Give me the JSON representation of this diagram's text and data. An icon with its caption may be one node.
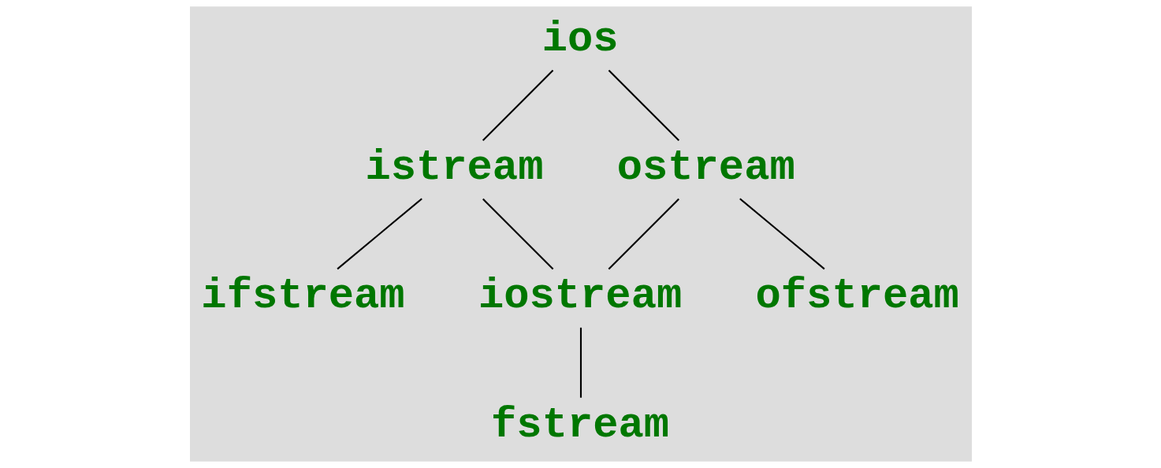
{
  "diagram": {
    "nodes": [
      {
        "text": [
          "ios"
        ]
      },
      {
        "text": [
          "istream"
        ]
      },
      {
        "text": [
          "ostream"
        ]
      },
      {
        "text": [
          "ifstream"
        ]
      },
      {
        "text": [
          "iostream"
        ]
      },
      {
        "text": [
          "ofstream"
        ]
      },
      {
        "text": [
          "fstream"
        ]
      }
    ],
    "edges": [
      {
        "from": 0,
        "to": 1,
        "arrow": "none"
      },
      {
        "from": 0,
        "to": 2,
        "arrow": "none"
      },
      {
        "from": 1,
        "to": 3,
        "arrow": "none"
      },
      {
        "from": 1,
        "to": 4,
        "arrow": "none"
      },
      {
        "from": 2,
        "to": 4,
        "arrow": "none"
      },
      {
        "from": 2,
        "to": 5,
        "arrow": "none"
      },
      {
        "from": 4,
        "to": 6,
        "arrow": "none"
      }
    ]
  }
}
